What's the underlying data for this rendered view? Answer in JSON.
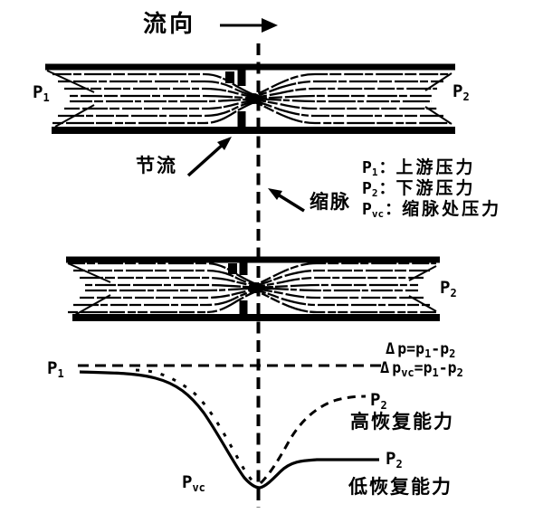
{
  "colors": {
    "ink": "#000000",
    "bg": "#ffffff"
  },
  "header": {
    "flow_direction_label": "流向"
  },
  "pipe_top": {
    "left_pressure": {
      "base": "P",
      "sub": "1"
    },
    "right_pressure": {
      "base": "P",
      "sub": "2"
    }
  },
  "throttle_label": "节流",
  "vena_contracta_label": "缩脉",
  "legend": {
    "p1": {
      "base": "P",
      "sub": "1",
      "sep": "：",
      "desc": "上游压力"
    },
    "p2": {
      "base": "P",
      "sub": "2",
      "sep": "：",
      "desc": "下游压力"
    },
    "pvc": {
      "base": "P",
      "sub": "vc",
      "sep": "：",
      "desc": "缩脉处压力"
    }
  },
  "pipe_bottom": {
    "right_pressure": {
      "base": "P",
      "sub": "2"
    }
  },
  "pressure_plot": {
    "p1_label": {
      "base": "P",
      "sub": "1"
    },
    "pvc_label": {
      "base": "P",
      "sub": "vc"
    },
    "eq_dp": {
      "delta": "Δ",
      "t1": "p=p",
      "s1": "1",
      "t2": "-p",
      "s2": "2"
    },
    "eq_dpvc": {
      "delta": "Δ",
      "t1": "p",
      "svc": "vc",
      "t2": "=p",
      "s1": "1",
      "t3": "-p",
      "s2": "2"
    },
    "high_recovery": {
      "p_base": "P",
      "p_sub": "2",
      "caption": "高恢复能力"
    },
    "low_recovery": {
      "p_base": "P",
      "p_sub": "2",
      "caption": "低恢复能力"
    }
  }
}
